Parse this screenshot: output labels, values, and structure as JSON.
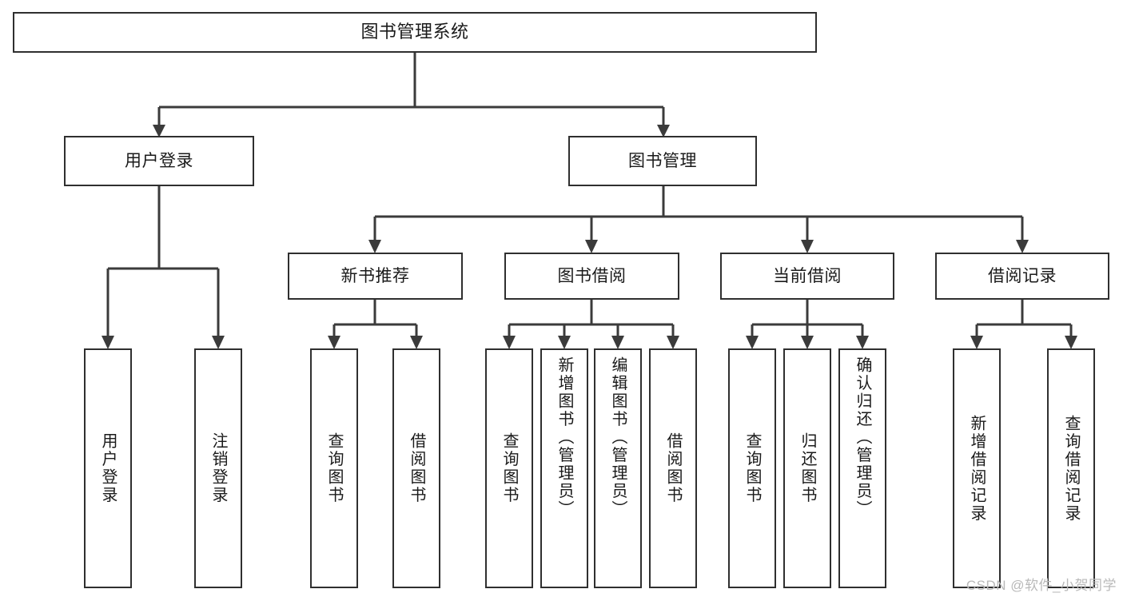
{
  "diagram": {
    "title": "图书管理系统",
    "type": "tree-hierarchy-chart",
    "orientation": "top-down",
    "colors": {
      "box_border": "#2f2f2f",
      "connector": "#3b3b3b",
      "box_fill": "#ffffff",
      "text": "#1a1a1a",
      "watermark": "#b9b9b9",
      "background": "#ffffff"
    }
  },
  "watermark": {
    "text": "CSDN @软件_小贺同学"
  },
  "nodes": {
    "root": {
      "label": "图书管理系统"
    },
    "level2": [
      {
        "id": "user-login",
        "label": "用户登录"
      },
      {
        "id": "book-manage",
        "label": "图书管理"
      }
    ],
    "level3": [
      {
        "id": "new-book-rec",
        "label": "新书推荐"
      },
      {
        "id": "book-borrow",
        "label": "图书借阅"
      },
      {
        "id": "current-borrow",
        "label": "当前借阅"
      },
      {
        "id": "borrow-record",
        "label": "借阅记录"
      }
    ],
    "leaves": {
      "user_login": [
        {
          "id": "leaf-user-login",
          "label": "用户登录"
        },
        {
          "id": "leaf-logout",
          "label": "注销登录"
        }
      ],
      "new_book_rec": [
        {
          "id": "leaf-query-book-1",
          "label": "查询图书"
        },
        {
          "id": "leaf-borrow-book-1",
          "label": "借阅图书"
        }
      ],
      "book_borrow": [
        {
          "id": "leaf-query-book-2",
          "label": "查询图书"
        },
        {
          "id": "leaf-add-book",
          "label": "新增图书（管理员）"
        },
        {
          "id": "leaf-edit-book",
          "label": "编辑图书（管理员）"
        },
        {
          "id": "leaf-borrow-book-2",
          "label": "借阅图书"
        }
      ],
      "current_borrow": [
        {
          "id": "leaf-query-book-3",
          "label": "查询图书"
        },
        {
          "id": "leaf-return-book",
          "label": "归还图书"
        },
        {
          "id": "leaf-confirm-return",
          "label": "确认归还（管理员）"
        }
      ],
      "borrow_record": [
        {
          "id": "leaf-add-record",
          "label": "新增借阅记录"
        },
        {
          "id": "leaf-query-record",
          "label": "查询借阅记录"
        }
      ]
    }
  }
}
